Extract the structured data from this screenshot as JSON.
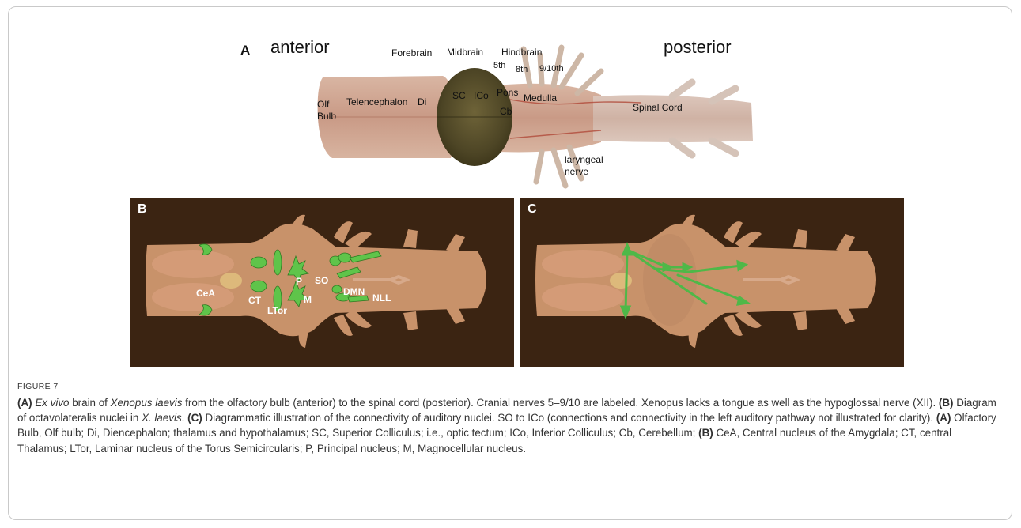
{
  "panel_a": {
    "letter": "A",
    "anterior": "anterior",
    "posterior": "posterior",
    "forebrain": "Forebrain",
    "midbrain": "Midbrain",
    "hindbrain": "Hindbrain",
    "n5": "5th",
    "n8": "8th",
    "n910": "9/10th",
    "olf": "Olf",
    "bulb": "Bulb",
    "telencephalon": "Telencephalon",
    "di": "Di",
    "sc": "SC",
    "ico": "ICo",
    "pons": "Pons",
    "medulla": "Medulla",
    "cb": "Cb",
    "spinal_cord": "Spinal Cord",
    "laryngeal": "laryngeal",
    "nerve": "nerve"
  },
  "panel_b": {
    "letter": "B",
    "labels": {
      "cea": "CeA",
      "ct": "CT",
      "ltor": "LTor",
      "p": "P",
      "m": "M",
      "so": "SO",
      "dmn": "DMN",
      "nll": "NLL"
    }
  },
  "panel_c": {
    "letter": "C"
  },
  "figure_label": "FIGURE 7",
  "caption": {
    "a1_tag": "(A)",
    "a1_italic": "Ex vivo",
    "a1_text1": " brain of ",
    "a1_species": "Xenopus laevis",
    "a1_text2": " from the olfactory bulb (anterior) to the spinal cord (posterior). Cranial nerves 5–9/10 are labeled. Xenopus lacks a tongue as well as the hypoglossal nerve (XII). ",
    "b1_tag": "(B)",
    "b1_text": " Diagram of octavolateralis nuclei in ",
    "b1_species": "X. laevis",
    "b1_end": ". ",
    "c1_tag": "(C)",
    "c1_text": " Diagrammatic illustration of the connectivity of auditory nuclei. SO to ICo (connections and connectivity in the left auditory pathway not illustrated for clarity). ",
    "a2_tag": "(A)",
    "a2_text": " Olfactory Bulb, Olf bulb; Di, Diencephalon; thalamus and hypothalamus; SC, Superior Colliculus; i.e., optic tectum; ICo, Inferior Colliculus; Cb, Cerebellum; ",
    "b2_tag": "(B)",
    "b2_text": " CeA, Central nucleus of the Amygdala; CT, central Thalamus; LTor, Laminar nucleus of the Torus Semicircularis; P, Principal nucleus; M, Magnocellular nucleus."
  },
  "colors": {
    "panel_bg": "#3b2412",
    "brain_fill": "#c8926a",
    "nucleus_green": "#5fc44a",
    "arrow_green": "#4fb848"
  }
}
